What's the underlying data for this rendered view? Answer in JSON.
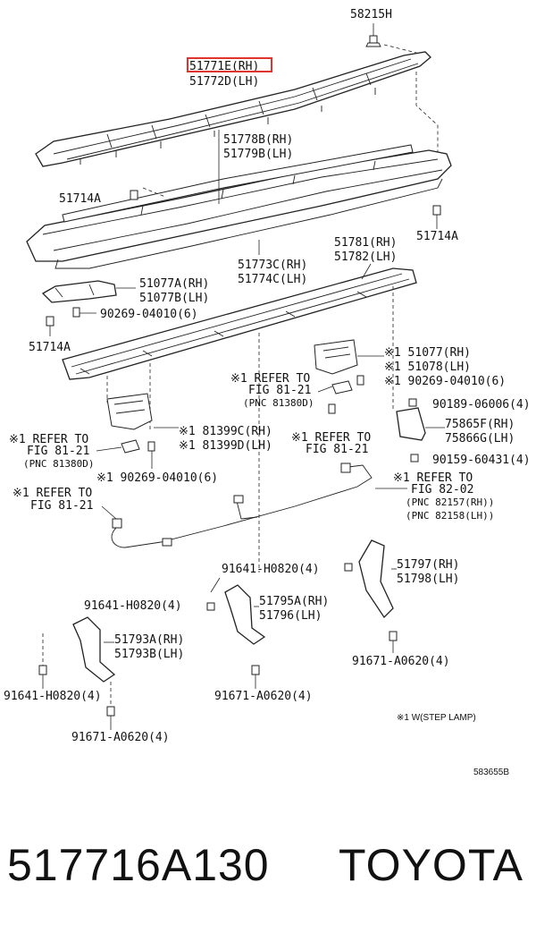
{
  "callouts": {
    "c58215H": "58215H",
    "c51771E": "51771E(RH)",
    "c51772D": "51772D(LH)",
    "c51778B": "51778B(RH)",
    "c51779B": "51779B(LH)",
    "c51714A_1": "51714A",
    "c51714A_2": "51714A",
    "c51714A_3": "51714A",
    "c51773C": "51773C(RH)",
    "c51774C": "51774C(LH)",
    "c51781": "51781(RH)",
    "c51782": "51782(LH)",
    "c51077A": "51077A(RH)",
    "c51077B": "51077B(LH)",
    "c90269_1": "90269-04010(6)",
    "c51077": "※1 51077(RH)",
    "c51078": "※1 51078(LH)",
    "c90269_2": "※1 90269-04010(6)",
    "c90189": "90189-06006(4)",
    "c75865F": "75865F(RH)",
    "c75866G": "75866G(LH)",
    "c90159": "90159-60431(4)",
    "c81399C": "※1 81399C(RH)",
    "c81399D": "※1 81399D(LH)",
    "c90269_3": "※1 90269-04010(6)",
    "c91641_1": "91641-H0820(4)",
    "c91641_2": "91641-H0820(4)",
    "c91641_3": "91641-H0820(4)",
    "c51797": "51797(RH)",
    "c51798": "51798(LH)",
    "c51795A": "51795A(RH)",
    "c51796": "51796(LH)",
    "c51793A": "51793A(RH)",
    "c51793B": "51793B(LH)",
    "c91671_1": "91671-A0620(4)",
    "c91671_2": "91671-A0620(4)",
    "c91671_3": "91671-A0620(4)"
  },
  "references": {
    "r1_line1": "※1 REFER TO",
    "r1_line2": "FIG 81-21",
    "r1_line3": "(PNC 81380D)",
    "r2_line1": "※1 REFER TO",
    "r2_line2": "FIG 81-21",
    "r3_line1": "※1 REFER TO",
    "r3_line2": "FIG 81-21",
    "r3_line3": "(PNC 81380D)",
    "r4_line1": "※1 REFER TO",
    "r4_line2": "FIG 81-21",
    "r5_line1": "※1 REFER TO",
    "r5_line2": "FIG 82-02",
    "r5_line3": "(PNC 82157(RH))",
    "r5_line4": "(PNC 82158(LH))"
  },
  "footnote": "※1 W(STEP LAMP)",
  "diagram_id": "583655B",
  "footer": {
    "part_number": "517716A130",
    "brand": "TOYOTA"
  },
  "highlight_color": "#e0352f"
}
